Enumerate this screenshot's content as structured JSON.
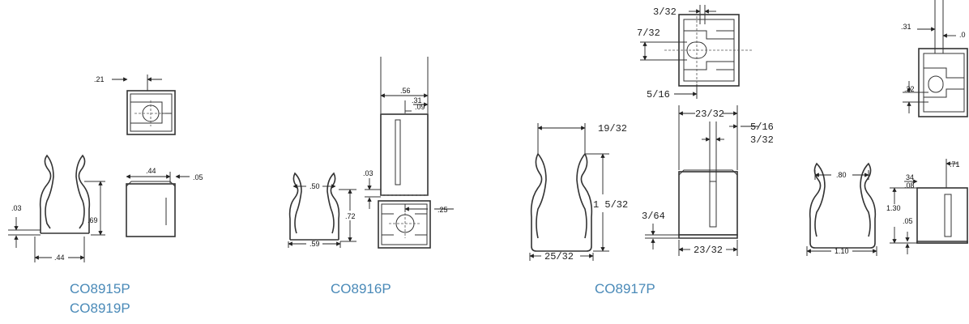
{
  "captions": {
    "p1_line1": "CO8915P",
    "p1_line2": "CO8919P",
    "p2": "CO8916P",
    "p3": "CO8917P"
  },
  "dims": {
    "d1_21": ".21",
    "d1_44top": ".44",
    "d1_05": ".05",
    "d1_69": ".69",
    "d1_03": ".03",
    "d1_44bot": ".44",
    "d2_56": ".56",
    "d2_31": ".31",
    "d2_09": ".09",
    "d2_03": ".03",
    "d2_50": ".50",
    "d2_72": ".72",
    "d2_59": ".59",
    "d2_25": ".25",
    "d3_3_32_top": "3/32",
    "d3_7_32": "7/32",
    "d3_5_16_left": "5/16",
    "d3_19_32": "19/32",
    "d3_1_5_32": "1 5/32",
    "d3_25_32": "25/32",
    "d3_23_32_top": "23/32",
    "d3_5_16_right": "5/16",
    "d3_3_32_right": "3/32",
    "d3_3_64": "3/64",
    "d3_23_32_bot": "23/32",
    "d4_31": ".31",
    "d4_0": ".0",
    "d4_22": ".22",
    "d4_80": ".80",
    "d4_71": ".71",
    "d4_34": "34",
    "d4_08": ".08",
    "d4_130": "1.30",
    "d4_05": ".05",
    "d4_110": "1.10"
  }
}
